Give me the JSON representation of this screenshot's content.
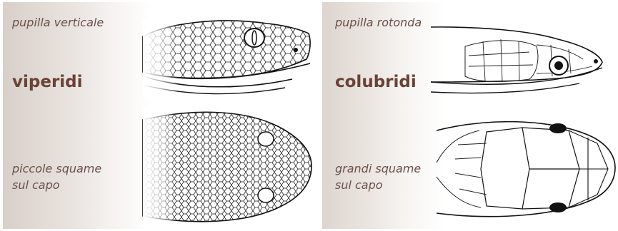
{
  "vipers": {
    "family_label": "viperidi",
    "top_caption": "pupilla verticale",
    "bottom_caption": [
      "piccole squame",
      "sul capo"
    ]
  },
  "colubrids": {
    "family_label": "colubridi",
    "top_caption": "pupilla rotonda",
    "bottom_caption": [
      "grandi squame",
      "sul capo"
    ]
  },
  "colors": {
    "label_color": "#6a4236",
    "caption_color": "#6b5048",
    "panel_shade": "#d8cfc9"
  }
}
